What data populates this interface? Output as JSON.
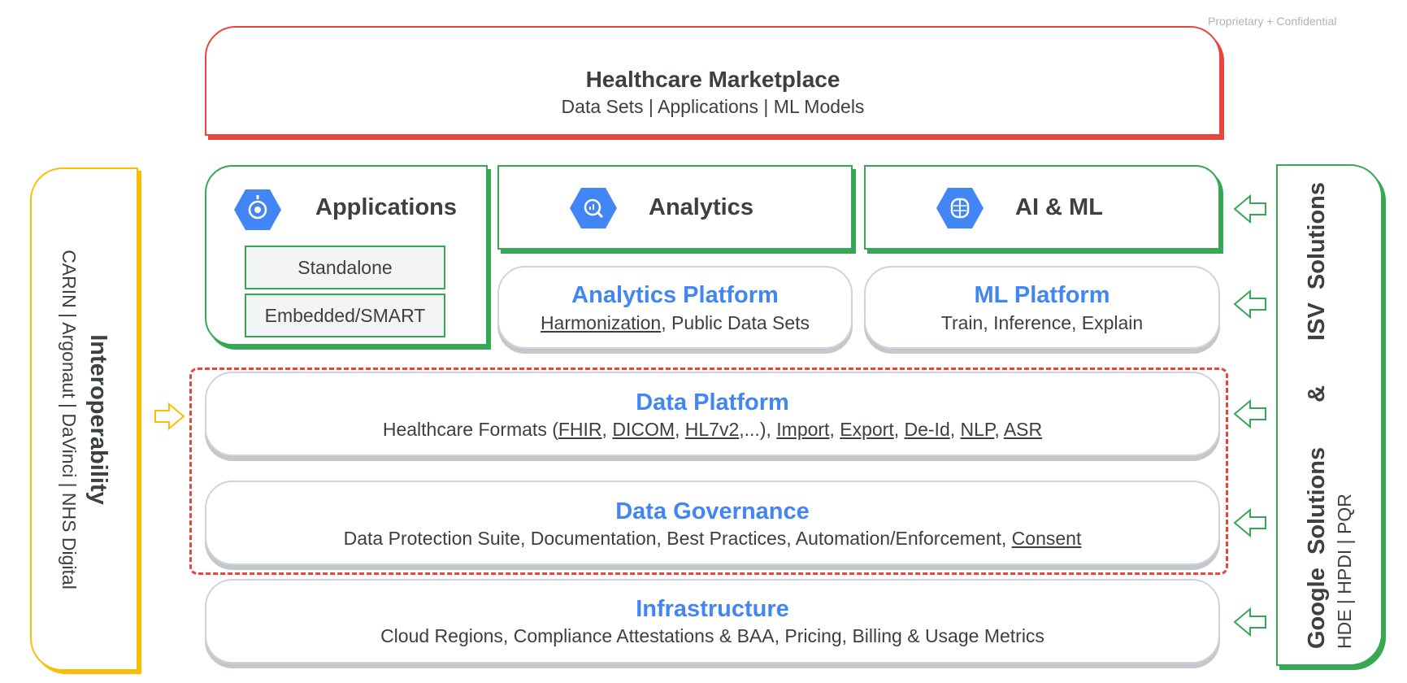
{
  "confidential": "Proprietary + Confidential",
  "marketplace": {
    "title": "Healthcare Marketplace",
    "subtitle": "Data Sets | Applications | ML Models"
  },
  "applications": {
    "title": "Applications",
    "items": [
      "Standalone",
      "Embedded/SMART"
    ]
  },
  "analytics": {
    "title": "Analytics"
  },
  "aiml": {
    "title": "AI & ML"
  },
  "analytics_platform": {
    "title": "Analytics Platform",
    "link": "Harmonization",
    "rest": ", Public Data Sets"
  },
  "ml_platform": {
    "title": "ML Platform",
    "subtitle": "Train, Inference, Explain"
  },
  "data_platform": {
    "title": "Data Platform",
    "prefix": "Healthcare Formats (",
    "links": [
      "FHIR",
      "DICOM",
      "HL7v2",
      "Import",
      "Export",
      "De-Id",
      "NLP",
      "ASR"
    ],
    "ellipsis": ",...), "
  },
  "data_governance": {
    "title": "Data Governance",
    "text": "Data Protection Suite, Documentation, Best Practices, Automation/Enforcement, ",
    "link": "Consent"
  },
  "infrastructure": {
    "title": "Infrastructure",
    "subtitle": "Cloud Regions, Compliance Attestations & BAA, Pricing, Billing & Usage Metrics"
  },
  "interoperability": {
    "title": "Interoperability",
    "subtitle": "CARIN | Argonaut | DaVinci | NHS Digital"
  },
  "solutions": {
    "google": "Google  Solutions",
    "amp": "&",
    "isv": "ISV  Solutions",
    "subtitle": "HDE | HPDI | PQR"
  },
  "colors": {
    "red": "#e8453c",
    "green": "#34a853",
    "blue": "#4285f4",
    "yellow": "#fbbc04"
  },
  "icons": [
    "gear-hex-icon",
    "analytics-hex-icon",
    "brain-hex-icon",
    "outline-arrow-icon"
  ]
}
